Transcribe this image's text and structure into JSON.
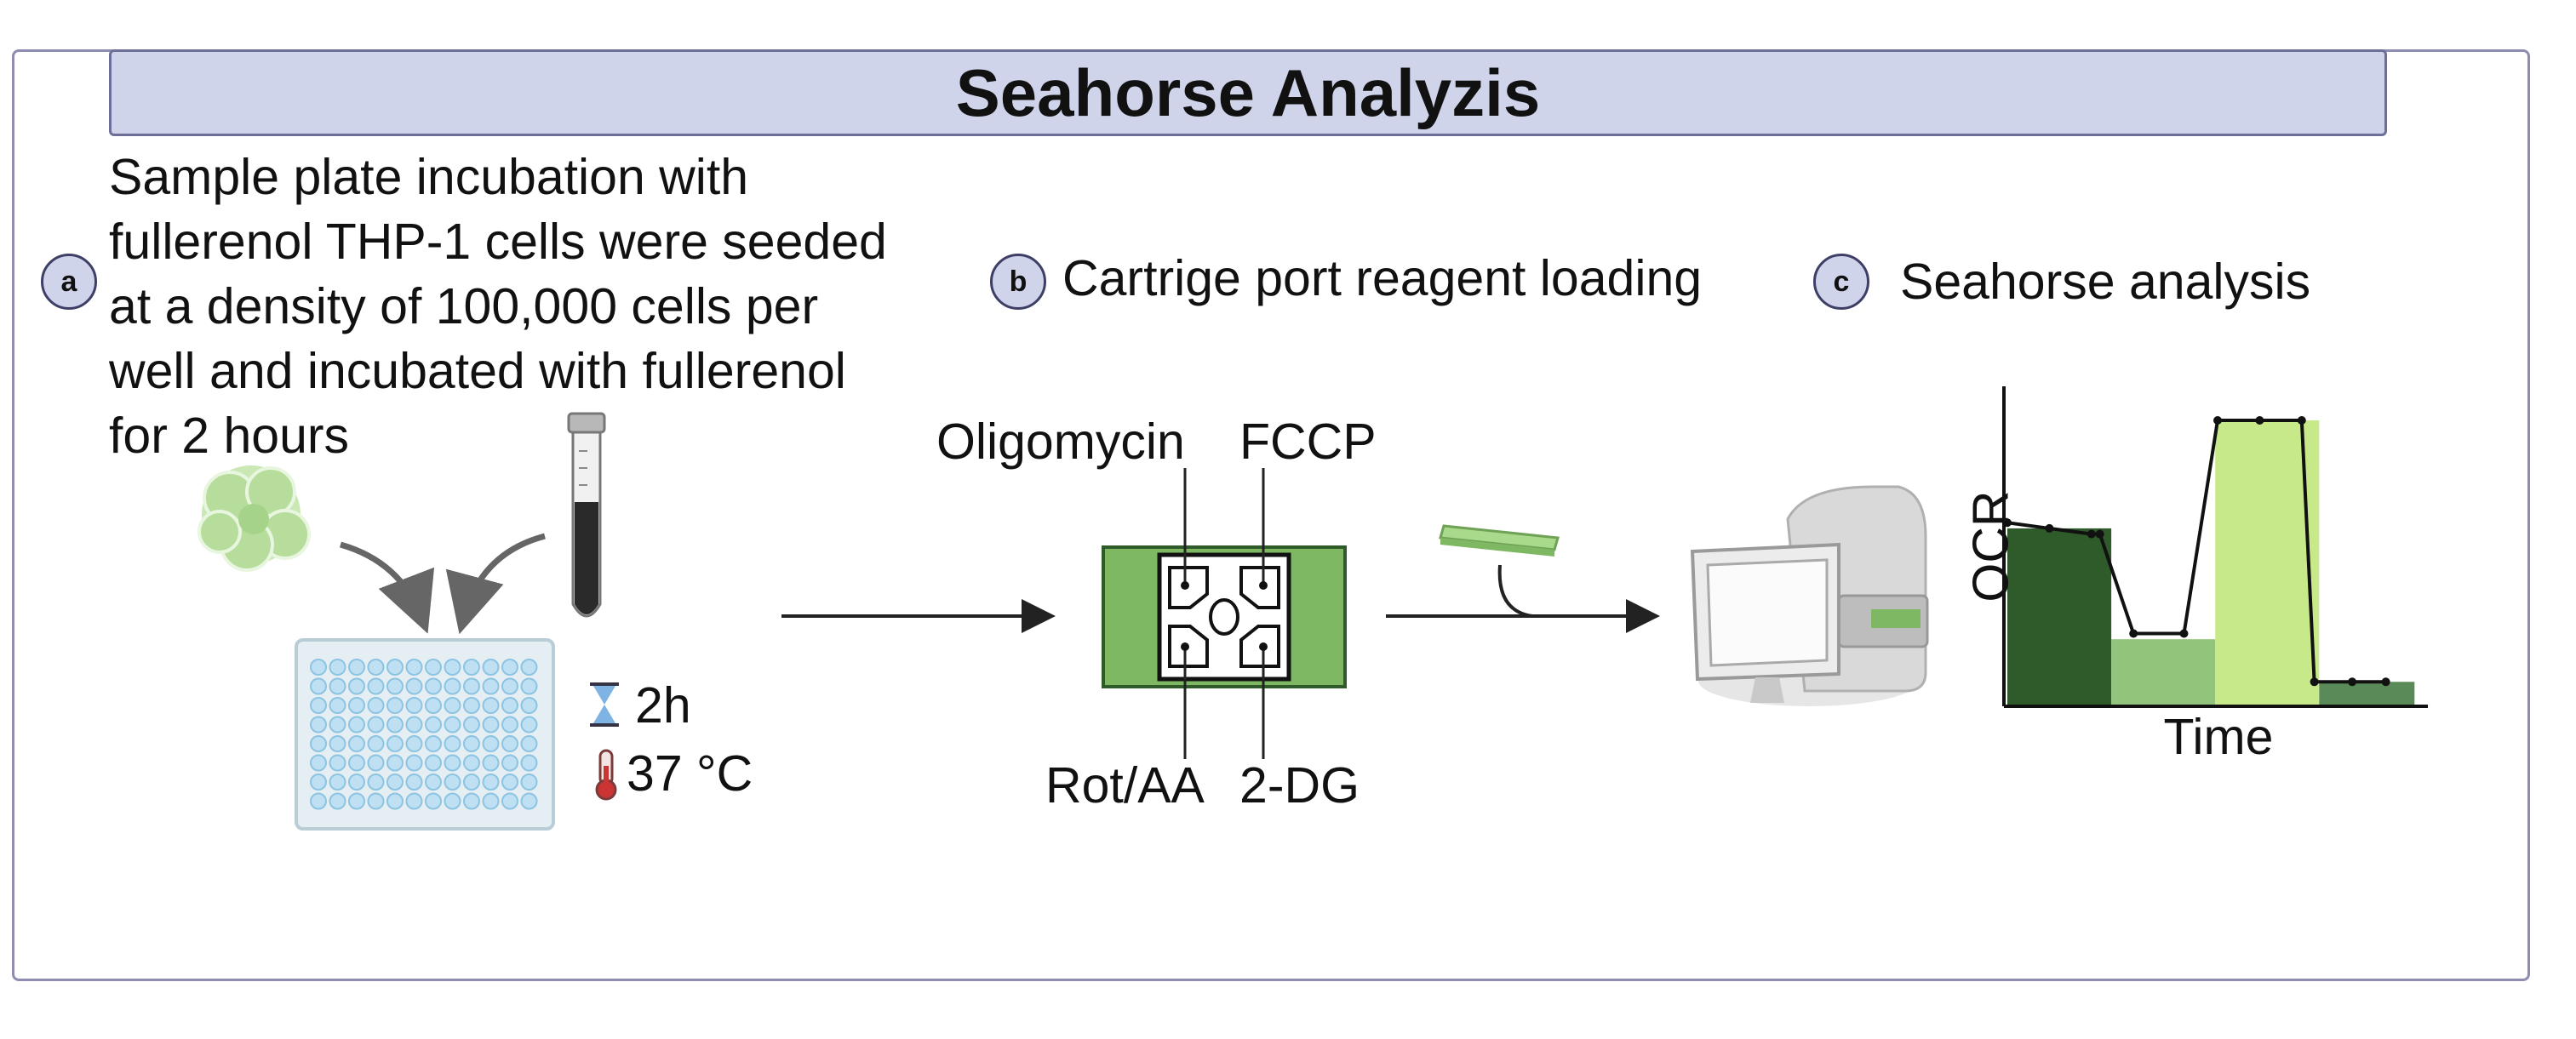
{
  "title": "Seahorse Analyzis",
  "step_a": {
    "badge": "a",
    "lines": [
      "Sample plate incubation with",
      "fullerenol THP-1 cells were seeded",
      "at a density of 100,000 cells per",
      "well and incubated with fullerenol",
      "for 2 hours"
    ],
    "time": "2h",
    "temperature": "37 °C"
  },
  "step_b": {
    "badge": "b",
    "label": "Cartrige port reagent loading",
    "reagents": {
      "top_left": "Oligomycin",
      "top_right": "FCCP",
      "bottom_left": "Rot/AA",
      "bottom_right": "2-DG"
    },
    "ports": [
      "A",
      "B",
      "C",
      "D"
    ]
  },
  "step_c": {
    "badge": "c",
    "label": "Seahorse analysis"
  },
  "chart_data": {
    "type": "area",
    "xlabel": "Time",
    "ylabel": "OCR",
    "segments": [
      {
        "value": 0.62,
        "color": "#2f5a2a"
      },
      {
        "value": 0.23,
        "color": "#92c47c"
      },
      {
        "value": 1.0,
        "color": "#c8e98a"
      },
      {
        "value": 0.08,
        "color": "#5a8a57"
      }
    ],
    "trace": [
      [
        0.0,
        0.64
      ],
      [
        0.1,
        0.62
      ],
      [
        0.2,
        0.6
      ],
      [
        0.22,
        0.6
      ],
      [
        0.3,
        0.25
      ],
      [
        0.42,
        0.25
      ],
      [
        0.5,
        1.0
      ],
      [
        0.6,
        1.0
      ],
      [
        0.7,
        1.0
      ],
      [
        0.73,
        0.08
      ],
      [
        0.82,
        0.08
      ],
      [
        0.9,
        0.08
      ]
    ]
  },
  "colors": {
    "frame": "#8f8cb3",
    "title_fill": "#cfd4ea",
    "cartridge_green": "#7fb862",
    "dark_green": "#2f5a2a"
  },
  "icons": [
    "cell-cluster-icon",
    "test-tube-icon",
    "well-plate-icon",
    "hourglass-icon",
    "thermometer-icon",
    "sensor-cartridge-icon",
    "seahorse-analyzer-icon"
  ]
}
